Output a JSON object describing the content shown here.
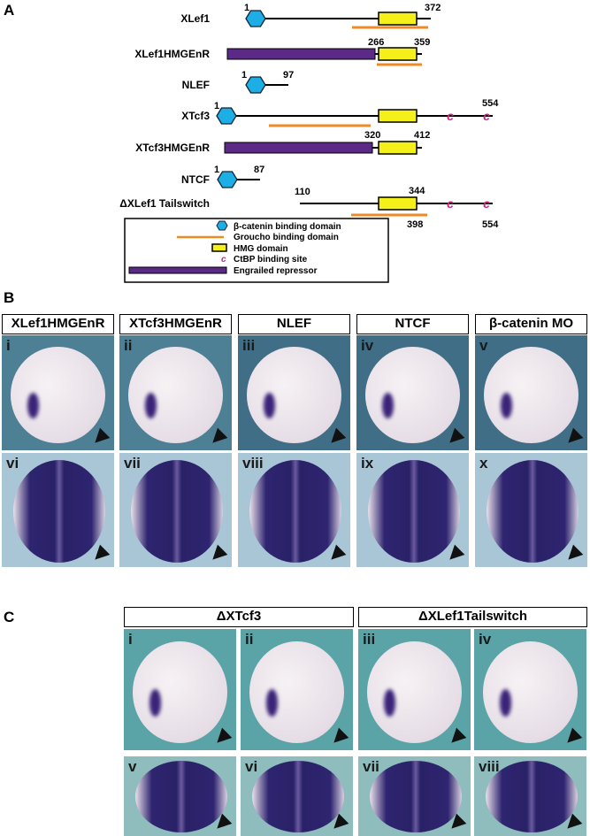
{
  "panel_a": {
    "label": "A",
    "constructs": [
      {
        "name": "XLef1",
        "numbers": [
          "1",
          "372"
        ]
      },
      {
        "name": "XLef1HMGEnR",
        "numbers": [
          "266",
          "359"
        ]
      },
      {
        "name": "NLEF",
        "numbers": [
          "1",
          "97"
        ]
      },
      {
        "name": "XTcf3",
        "numbers": [
          "1",
          "554"
        ]
      },
      {
        "name": "XTcf3HMGEnR",
        "numbers": [
          "320",
          "412"
        ]
      },
      {
        "name": "NTCF",
        "numbers": [
          "1",
          "87"
        ]
      },
      {
        "name": "ΔXLef1 Tailswitch",
        "numbers": [
          "110",
          "344",
          "398",
          "554"
        ]
      }
    ],
    "legend": [
      "β-catenin binding domain",
      "Groucho binding domain",
      "HMG domain",
      "CtBP binding site",
      "Engrailed repressor"
    ],
    "colors": {
      "beta_catenin": "#1eaee6",
      "groucho": "#f08a24",
      "hmg": "#f5f01a",
      "ctbp": "#d0208a",
      "engrailed": "#5a2a86"
    }
  },
  "panel_b": {
    "label": "B",
    "headers": [
      "XLef1HMGEnR",
      "XTcf3HMGEnR",
      "NLEF",
      "NTCF",
      "β-catenin MO"
    ],
    "top_labels": [
      "i",
      "ii",
      "iii",
      "iv",
      "v"
    ],
    "bottom_labels": [
      "vi",
      "vii",
      "viii",
      "ix",
      "x"
    ]
  },
  "panel_c": {
    "label": "C",
    "headers": [
      "ΔXTcf3",
      "ΔXLef1Tailswitch"
    ],
    "top_labels": [
      "i",
      "ii",
      "iii",
      "iv"
    ],
    "bottom_labels": [
      "v",
      "vi",
      "vii",
      "viii"
    ]
  }
}
